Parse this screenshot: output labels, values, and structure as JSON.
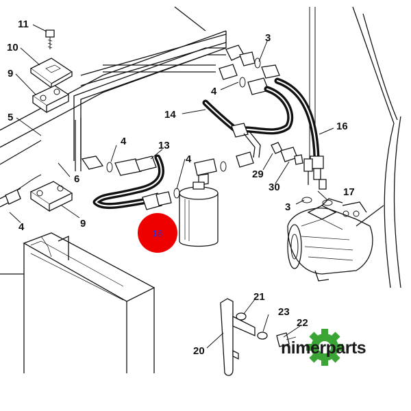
{
  "callouts": {
    "c11": "11",
    "c10": "10",
    "c9a": "9",
    "c5": "5",
    "c6": "6",
    "c9b": "9",
    "c4a": "4",
    "c4b": "4",
    "c4c": "4",
    "c4d": "4",
    "c3a": "3",
    "c3b": "3",
    "c13": "13",
    "c14": "14",
    "c16": "16",
    "c17": "17",
    "c29": "29",
    "c30": "30",
    "c21": "21",
    "c23": "23",
    "c22": "22",
    "c20": "20"
  },
  "highlight": {
    "label": "18",
    "color": "#ee0000",
    "text_color": "#2b2fd6"
  },
  "watermark": {
    "text": "nimerparts",
    "gear_color": "#3aa535"
  }
}
